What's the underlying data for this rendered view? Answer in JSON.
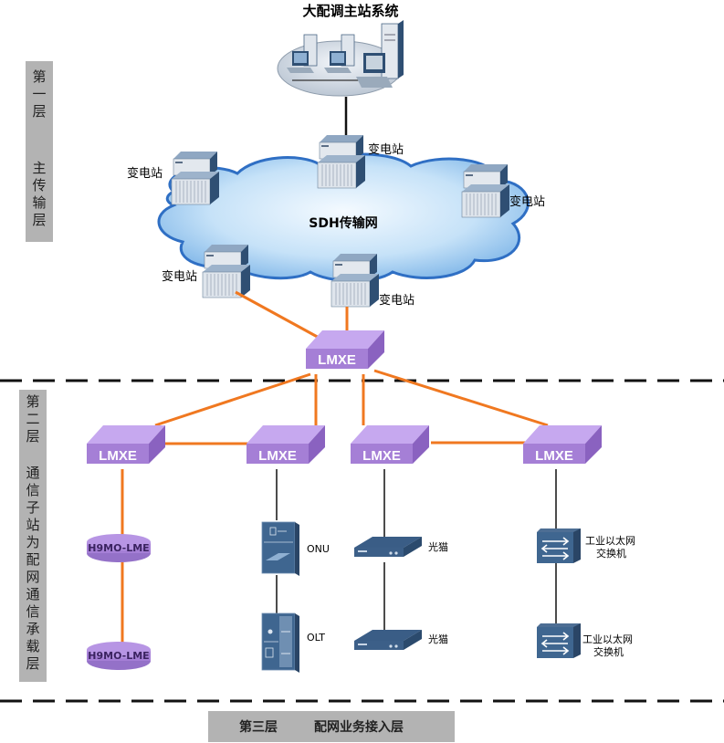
{
  "title": "大配调主站系统",
  "network_label": "SDH传输网",
  "substation_label": "变电站",
  "layers": [
    {
      "id": "layer1",
      "name": "第一层",
      "desc": "主传输层"
    },
    {
      "id": "layer2",
      "name": "第二层",
      "desc": "通信子站为配网通信承载层"
    },
    {
      "id": "layer3",
      "name": "第三层",
      "desc": "配网业务接入层"
    }
  ],
  "nodes": {
    "core_switch": "LMXE",
    "switches": [
      "LMXE",
      "LMXE",
      "LMXE",
      "LMXE"
    ],
    "h9mo": [
      "H9MO-LME",
      "H9MO-LME"
    ],
    "onu": "ONU",
    "olt": "OLT",
    "modem": [
      "光猫",
      "光猫"
    ],
    "eth_switch": [
      "工业以太网\n交换机",
      "工业以太网\n交换机"
    ],
    "eth_switch_line1": "工业以太网",
    "eth_switch_line2": "交换机"
  },
  "colors": {
    "fiber_link": "#f07820",
    "copper_link": "#111111",
    "switch_purple": "#a57fd6",
    "switch_purple_dark": "#8a62c0",
    "switch_purple_top": "#c4a6ee",
    "device_blue": "#2f4f73",
    "cloud_blue": "#b9dcf6",
    "layer_box_gray": "#b3b3b3"
  }
}
